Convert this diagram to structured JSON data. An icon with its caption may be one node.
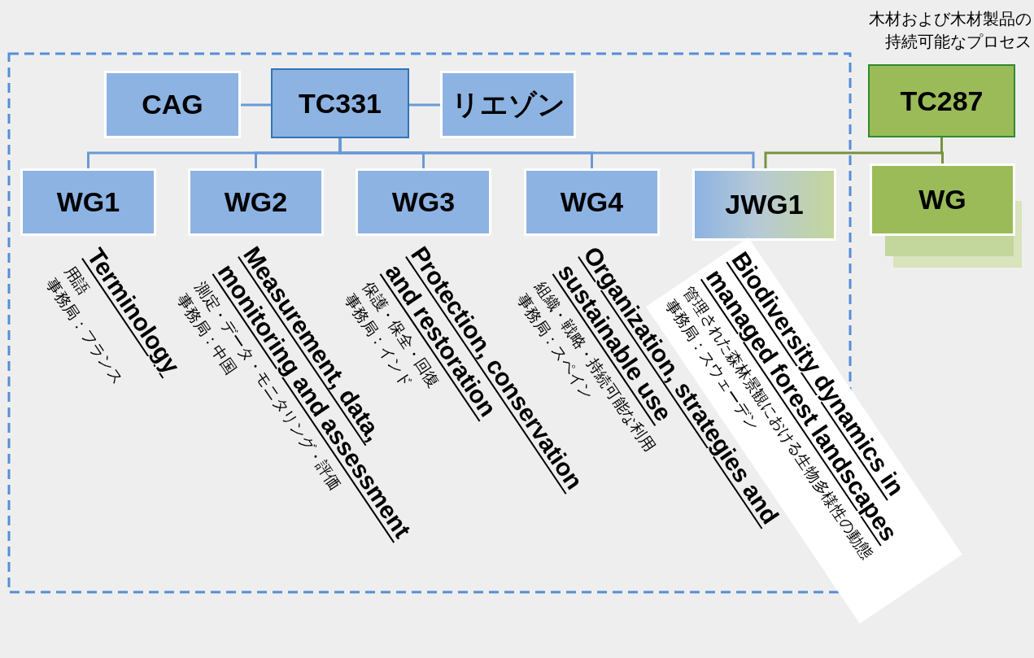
{
  "diagram": {
    "nodes": [
      {
        "text": [
          "CAG"
        ]
      },
      {
        "text": [
          "TC331"
        ]
      },
      {
        "text": [
          "リエゾン"
        ]
      },
      {
        "text": [
          "WG1"
        ],
        "beside": [
          "Terminology",
          "用語",
          "事務局：フランス"
        ]
      },
      {
        "text": [
          "WG2"
        ],
        "beside": [
          "Measurement, data, monitoring and assessment",
          "測定・データ・モニタリング・評価",
          "事務局：中国"
        ]
      },
      {
        "text": [
          "WG3"
        ],
        "beside": [
          "Protection, conservation and restoration",
          "保護・保全・回復",
          "事務局：インド"
        ]
      },
      {
        "text": [
          "WG4"
        ],
        "beside": [
          "Organization, strategies and sustainable use",
          "組織・戦略・持続可能な利用",
          "事務局：スペイン"
        ]
      },
      {
        "text": [
          "JWG1"
        ],
        "beside": [
          "Biodiversity dynamics in managed forest landscapes",
          "管理された森林景観における生物多様性の動態",
          "事務局：スウェーデン"
        ]
      },
      {
        "text": [
          "TC287"
        ],
        "beside": [
          "木材および木材製品の持続可能なプロセス"
        ]
      },
      {
        "text": [
          "WG"
        ]
      }
    ],
    "edges": [
      {
        "from": 1,
        "to": 0,
        "arrow": "none"
      },
      {
        "from": 1,
        "to": 2,
        "arrow": "none"
      },
      {
        "from": 1,
        "to": 3,
        "arrow": "none"
      },
      {
        "from": 1,
        "to": 4,
        "arrow": "none"
      },
      {
        "from": 1,
        "to": 5,
        "arrow": "none"
      },
      {
        "from": 1,
        "to": 6,
        "arrow": "none"
      },
      {
        "from": 1,
        "to": 7,
        "arrow": "none"
      },
      {
        "from": 8,
        "to": 7,
        "arrow": "none",
        "color": "#77933c"
      },
      {
        "from": 8,
        "to": 9,
        "arrow": "none",
        "color": "#77933c"
      }
    ]
  }
}
